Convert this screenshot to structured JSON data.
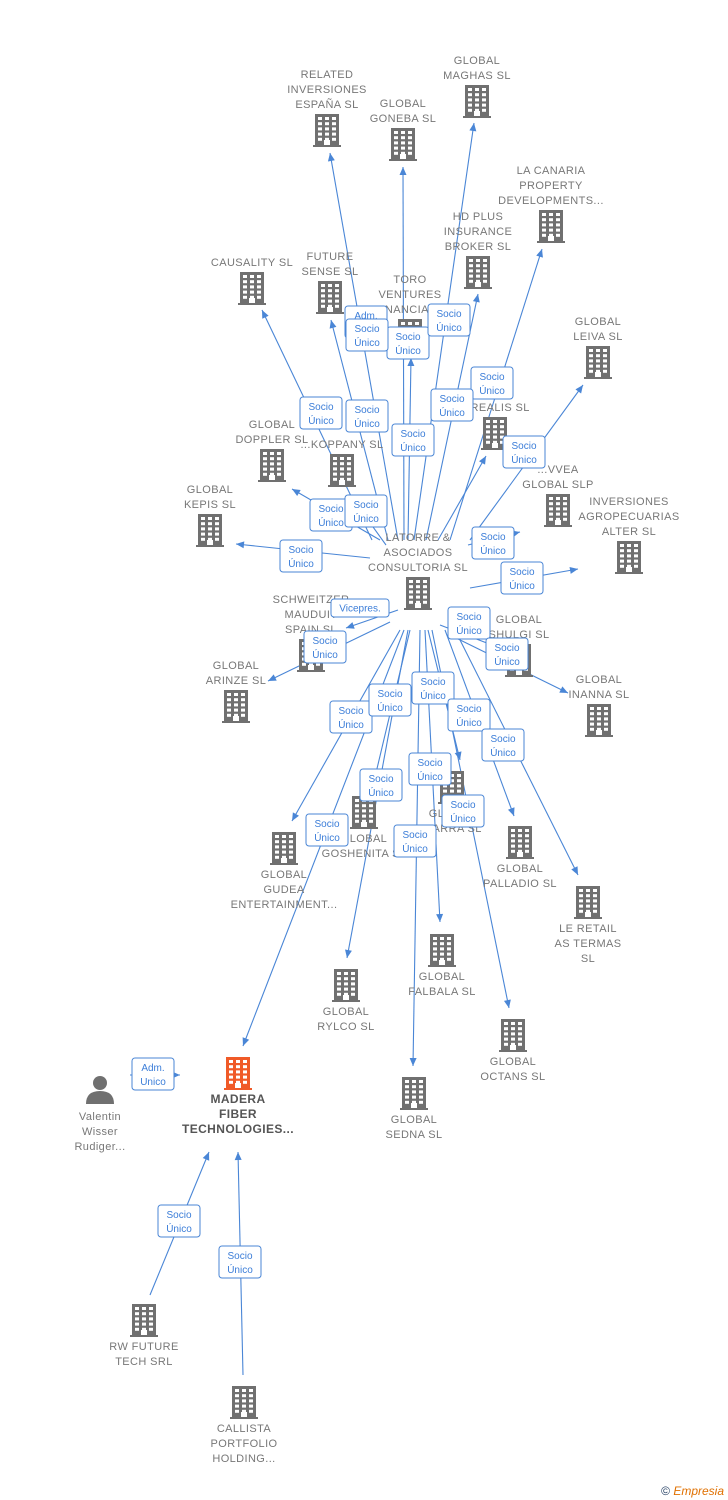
{
  "colors": {
    "building": "#707070",
    "highlight": "#f05a28",
    "edge": "#4a86d6",
    "label": "#777777"
  },
  "nodes": [
    {
      "id": "latorre",
      "type": "company",
      "label": [
        "LATORRE &",
        "ASOCIADOS",
        "CONSULTORIA SL"
      ]
    },
    {
      "id": "madera",
      "type": "company",
      "highlight": true,
      "label": [
        "MADERA",
        "FIBER",
        "TECHNOLOGIES..."
      ]
    },
    {
      "id": "valentin",
      "type": "person",
      "label": [
        "Valentin",
        "Wisser",
        "Rudiger..."
      ]
    },
    {
      "id": "related",
      "type": "company",
      "label": [
        "RELATED",
        "INVERSIONES",
        "ESPAÑA  SL"
      ]
    },
    {
      "id": "goneba",
      "type": "company",
      "label": [
        "GLOBAL",
        "GONEBA  SL"
      ]
    },
    {
      "id": "maghas",
      "type": "company",
      "label": [
        "GLOBAL",
        "MAGHAS  SL"
      ]
    },
    {
      "id": "lacanaria",
      "type": "company",
      "label": [
        "LA CANARIA",
        "PROPERTY",
        "DEVELOPMENTS..."
      ]
    },
    {
      "id": "hdplus",
      "type": "company",
      "label": [
        "HD PLUS",
        "INSURANCE",
        "BROKER  SL"
      ]
    },
    {
      "id": "causality",
      "type": "company",
      "label": [
        "CAUSALITY  SL"
      ]
    },
    {
      "id": "future",
      "type": "company",
      "label": [
        "FUTURE",
        "SENSE  SL"
      ]
    },
    {
      "id": "toro",
      "type": "company",
      "label": [
        "TORO",
        "VENTURES",
        "FINANCIAL..."
      ]
    },
    {
      "id": "leiva",
      "type": "company",
      "label": [
        "GLOBAL",
        "LEIVA  SL"
      ]
    },
    {
      "id": "realis",
      "type": "company",
      "label": [
        "...REALIS  SL"
      ]
    },
    {
      "id": "doppler",
      "type": "company",
      "label": [
        "GLOBAL",
        "DOPPLER  SL"
      ]
    },
    {
      "id": "koppany",
      "type": "company",
      "label": [
        "...KOPPANY  SL"
      ]
    },
    {
      "id": "vvea",
      "type": "company",
      "label": [
        "...VVEA",
        "GLOBAL  SLP"
      ]
    },
    {
      "id": "kepis",
      "type": "company",
      "label": [
        "GLOBAL",
        "KEPIS  SL"
      ]
    },
    {
      "id": "inversiones",
      "type": "company",
      "label": [
        "INVERSIONES",
        "AGROPECUARIAS",
        "ALTER  SL"
      ]
    },
    {
      "id": "schweitzer",
      "type": "company",
      "label": [
        "SCHWEITZER",
        "MAUDUIT",
        "SPAIN  SL"
      ]
    },
    {
      "id": "shulgi",
      "type": "company",
      "label": [
        "GLOBAL",
        "SHULGI  SL"
      ]
    },
    {
      "id": "arinze",
      "type": "company",
      "label": [
        "GLOBAL",
        "ARINZE  SL"
      ]
    },
    {
      "id": "inanna",
      "type": "company",
      "label": [
        "GLOBAL",
        "INANNA  SL"
      ]
    },
    {
      "id": "gudea",
      "type": "company",
      "label": [
        "GLOBAL",
        "GUDEA",
        "ENTERTAINMENT..."
      ]
    },
    {
      "id": "goshenita",
      "type": "company",
      "label": [
        "GLOBAL",
        "GOSHENITA  SL"
      ]
    },
    {
      "id": "arra",
      "type": "company",
      "label": [
        "GLOBAL",
        "...ARRA  SL"
      ]
    },
    {
      "id": "palladio",
      "type": "company",
      "label": [
        "GLOBAL",
        "PALLADIO  SL"
      ]
    },
    {
      "id": "leretail",
      "type": "company",
      "label": [
        "LE RETAIL",
        "AS TERMAS",
        "SL"
      ]
    },
    {
      "id": "falbala",
      "type": "company",
      "label": [
        "GLOBAL",
        "FALBALA  SL"
      ]
    },
    {
      "id": "rylco",
      "type": "company",
      "label": [
        "GLOBAL",
        "RYLCO  SL"
      ]
    },
    {
      "id": "octans",
      "type": "company",
      "label": [
        "GLOBAL",
        "OCTANS  SL"
      ]
    },
    {
      "id": "sedna",
      "type": "company",
      "label": [
        "GLOBAL",
        "SEDNA  SL"
      ]
    },
    {
      "id": "rwfuture",
      "type": "company",
      "label": [
        "RW FUTURE",
        "TECH SRL"
      ]
    },
    {
      "id": "callista",
      "type": "company",
      "label": [
        "CALLISTA",
        "PORTFOLIO",
        "HOLDING..."
      ]
    }
  ],
  "edges": [
    {
      "from": "latorre",
      "to": "related",
      "label": [
        "Socio",
        "Único"
      ]
    },
    {
      "from": "latorre",
      "to": "goneba",
      "label": [
        "Socio",
        "Único"
      ]
    },
    {
      "from": "latorre",
      "to": "maghas",
      "label": [
        "Socio",
        "Único"
      ]
    },
    {
      "from": "latorre",
      "to": "lacanaria",
      "label": [
        "Socio",
        "Único"
      ]
    },
    {
      "from": "latorre",
      "to": "hdplus",
      "label": [
        "Socio",
        "Único"
      ]
    },
    {
      "from": "latorre",
      "to": "causality",
      "label": [
        "Socio",
        "Único"
      ]
    },
    {
      "from": "latorre",
      "to": "future",
      "label": [
        "Adm.",
        "Solid."
      ]
    },
    {
      "from": "latorre",
      "to": "toro",
      "label": [
        "Socio",
        "Único"
      ]
    },
    {
      "from": "latorre",
      "to": "leiva",
      "label": [
        "Socio",
        "Único"
      ]
    },
    {
      "from": "latorre",
      "to": "realis",
      "label": [
        "Socio",
        "Único"
      ]
    },
    {
      "from": "latorre",
      "to": "doppler",
      "label": [
        "Socio",
        "Único"
      ]
    },
    {
      "from": "latorre",
      "to": "koppany",
      "label": [
        "Socio",
        "Único"
      ]
    },
    {
      "from": "latorre",
      "to": "vvea",
      "label": [
        "Socio",
        "Único"
      ]
    },
    {
      "from": "latorre",
      "to": "kepis",
      "label": [
        "Socio",
        "Único"
      ]
    },
    {
      "from": "latorre",
      "to": "inversiones",
      "label": [
        "Socio",
        "Único"
      ]
    },
    {
      "from": "latorre",
      "to": "schweitzer",
      "label": [
        "Vicepres."
      ]
    },
    {
      "from": "latorre",
      "to": "shulgi",
      "label": [
        "Socio",
        "Único"
      ]
    },
    {
      "from": "latorre",
      "to": "arinze",
      "label": [
        "Socio",
        "Único"
      ]
    },
    {
      "from": "latorre",
      "to": "inanna",
      "label": [
        "Socio",
        "Único"
      ]
    },
    {
      "from": "latorre",
      "to": "gudea",
      "label": [
        "Socio",
        "Único"
      ]
    },
    {
      "from": "latorre",
      "to": "goshenita",
      "label": [
        "Socio",
        "Único"
      ]
    },
    {
      "from": "latorre",
      "to": "arra",
      "label": [
        "Socio",
        "Único"
      ]
    },
    {
      "from": "latorre",
      "to": "palladio",
      "label": [
        "Socio",
        "Único"
      ]
    },
    {
      "from": "latorre",
      "to": "leretail",
      "label": [
        "Socio",
        "Único"
      ]
    },
    {
      "from": "latorre",
      "to": "falbala",
      "label": [
        "Socio",
        "Único"
      ]
    },
    {
      "from": "latorre",
      "to": "rylco",
      "label": [
        "Socio",
        "Único"
      ]
    },
    {
      "from": "latorre",
      "to": "octans",
      "label": [
        "Socio",
        "Único"
      ]
    },
    {
      "from": "latorre",
      "to": "sedna",
      "label": [
        "Socio",
        "Único"
      ]
    },
    {
      "from": "latorre",
      "to": "madera",
      "label": [
        "Socio",
        "Único"
      ]
    },
    {
      "from": "valentin",
      "to": "madera",
      "label": [
        "Adm.",
        "Unico"
      ]
    },
    {
      "from": "rwfuture",
      "to": "madera",
      "label": [
        "Socio",
        "Único"
      ]
    },
    {
      "from": "callista",
      "to": "madera",
      "label": [
        "Socio",
        "Único"
      ]
    }
  ],
  "footer": {
    "copyright": "©",
    "brand": "Empresia"
  }
}
